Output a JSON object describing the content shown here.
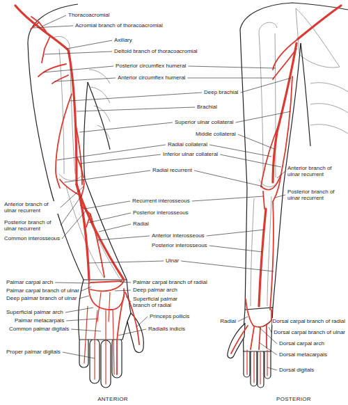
{
  "diagram": {
    "labels": [
      "Thoracoacromial",
      "Acromial branch of thoracoacromial",
      "Axillary",
      "Deltoid branch of thoracoacromial",
      "Posterior circumflex humeral",
      "Anterior circumflex humeral",
      "Deep brachial",
      "Brachial",
      "Superior ulnar collateral",
      "Middle collateral",
      "Radial collateral",
      "Inferior ulnar collateral",
      "Anterior branch of ulnar recurrent",
      "Radial recurrent",
      "Posterior branch of ulnar recurrent",
      "Anterior branch of ulnar recurrent",
      "Recurrent interosseous",
      "Posterior branch of ulnar recurrent",
      "Posterior interosseous",
      "Radial",
      "Common interosseous",
      "Anterior interosseous",
      "Posterior interosseous",
      "Ulnar",
      "Palmar carpal arch",
      "Palmar carpal branch of radial",
      "Palmar carpal branch of ulnar",
      "Deep palmar arch",
      "Deep palmar branch of ulnar",
      "Superficial palmar branch of radial",
      "Superficial palmar arch",
      "Palmar metacarpals",
      "Princeps pollicis",
      "Common palmar digitals",
      "Radialis indicis",
      "Proper palmar digitals",
      "Radial",
      "Dorsal carpal branch of radial",
      "Dorsal carpal branch of ulnar",
      "Dorsal carpal arch",
      "Dorsal metacarpals",
      "Dorsal digitals",
      "ANTERIOR",
      "POSTERIOR"
    ]
  }
}
